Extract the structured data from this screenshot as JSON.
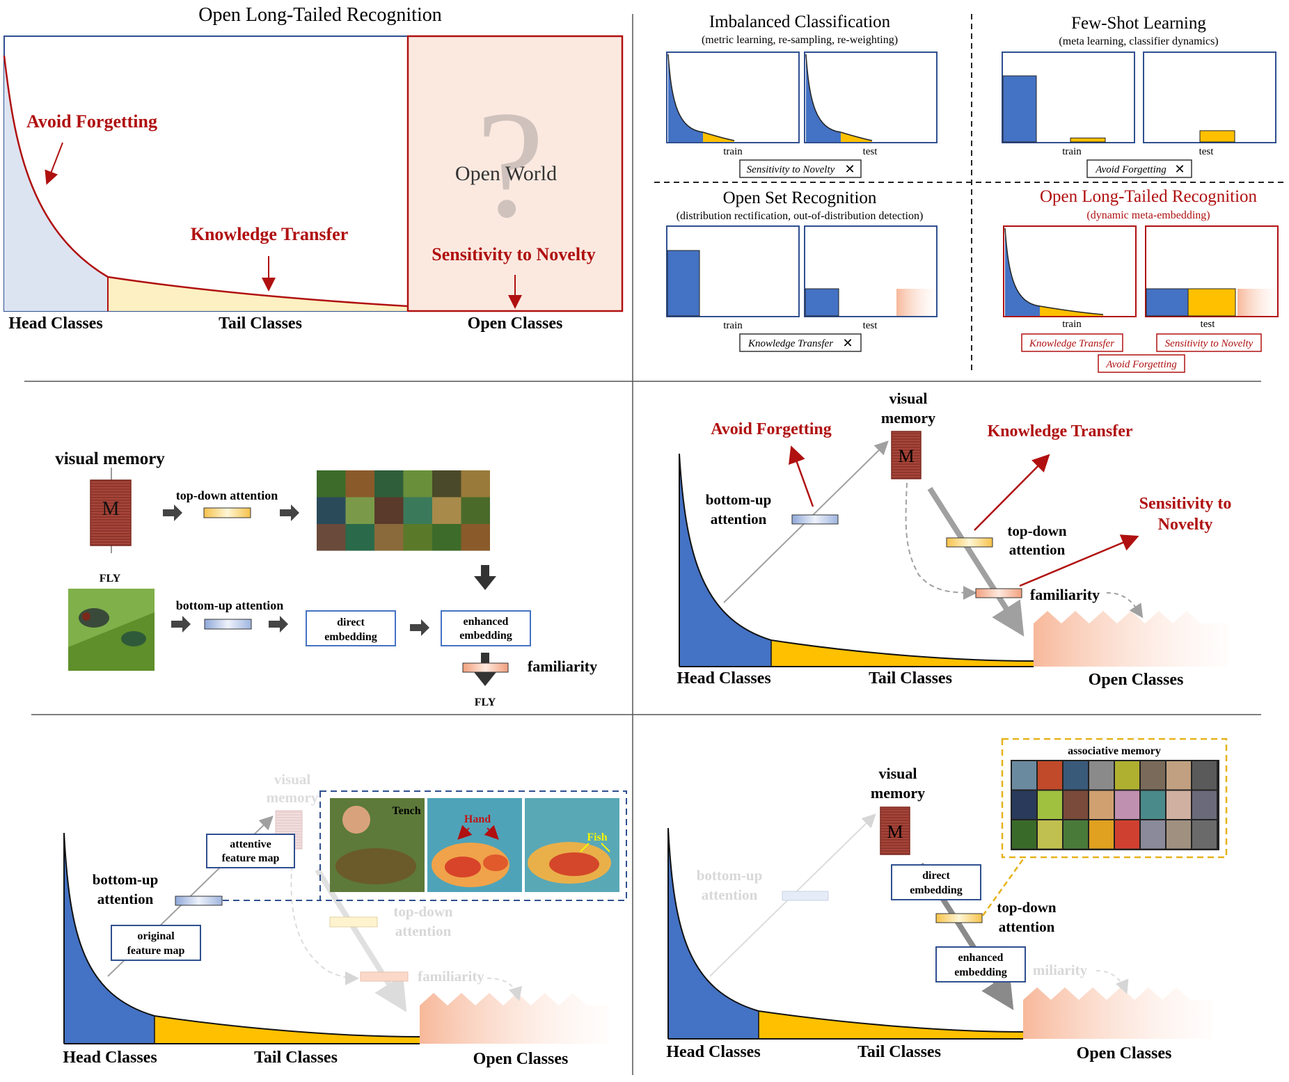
{
  "colors": {
    "blue": "#4472c4",
    "navy": "#2f4f8f",
    "yellow": "#ffc000",
    "red": "#b01010",
    "grey": "#a0a0a0",
    "fill_light_blue": "#dce4f2",
    "fill_light_yellow": "#fdf0c2",
    "fill_light_peach": "#fbe9e0"
  },
  "panel1": {
    "title": "Open Long-Tailed Recognition",
    "open_world": "Open World",
    "question_mark": "?",
    "avoid_forgetting": "Avoid Forgetting",
    "knowledge_transfer": "Knowledge Transfer",
    "sensitivity": "Sensitivity to Novelty",
    "head": "Head Classes",
    "tail": "Tail Classes",
    "open": "Open Classes"
  },
  "panel2": {
    "imbalanced": {
      "title": "Imbalanced Classification",
      "sub": "(metric learning, re-sampling, re-weighting)",
      "train": "train",
      "test": "test",
      "tag": "Sensitivity to Novelty"
    },
    "fewshot": {
      "title": "Few-Shot Learning",
      "sub": "(meta learning, classifier dynamics)",
      "train": "train",
      "test": "test",
      "tag": "Avoid Forgetting",
      "train_bars": [
        1.0,
        0.06
      ],
      "test_bars": [
        0.17
      ]
    },
    "openset": {
      "title": "Open Set Recognition",
      "sub": "(distribution rectification, out-of-distribution detection)",
      "train": "train",
      "test": "test",
      "tag": "Knowledge Transfer"
    },
    "oltr": {
      "title": "Open Long-Tailed Recognition",
      "sub": "(dynamic meta-embedding)",
      "train": "train",
      "test": "test",
      "tag1": "Knowledge Transfer",
      "tag2": "Sensitivity to Novelty",
      "tag3": "Avoid Forgetting"
    },
    "cross": "✕"
  },
  "panel3": {
    "visual_memory": "visual memory",
    "m": "M",
    "top_down": "top-down attention",
    "fly_label": "FLY",
    "bottom_up": "bottom-up attention",
    "direct_1": "direct",
    "direct_2": "embedding",
    "enhanced_1": "enhanced",
    "enhanced_2": "embedding",
    "familiarity": "familiarity",
    "fly_out": "FLY"
  },
  "panel4": {
    "visual": "visual",
    "memory": "memory",
    "m": "M",
    "avoid_forgetting": "Avoid Forgetting",
    "knowledge_transfer": "Knowledge Transfer",
    "sens_1": "Sensitivity to",
    "sens_2": "Novelty",
    "bottom_up_1": "bottom-up",
    "bottom_up_2": "attention",
    "top_down_1": "top-down",
    "top_down_2": "attention",
    "familiarity": "familiarity",
    "head": "Head Classes",
    "tail": "Tail Classes",
    "open": "Open Classes"
  },
  "panel5": {
    "visual": "visual",
    "memory": "memory",
    "attentive_1": "attentive",
    "attentive_2": "feature map",
    "bottom_up_1": "bottom-up",
    "bottom_up_2": "attention",
    "original_1": "original",
    "original_2": "feature map",
    "top_down_1": "top-down",
    "top_down_2": "attention",
    "familiarity": "familiarity",
    "tench": "Tench",
    "hand": "Hand",
    "fish": "Fish",
    "head": "Head Classes",
    "tail": "Tail Classes",
    "open": "Open Classes"
  },
  "panel6": {
    "visual": "visual",
    "memory": "memory",
    "m": "M",
    "associative": "associative memory",
    "direct_1": "direct",
    "direct_2": "embedding",
    "bottom_up_1": "bottom-up",
    "bottom_up_2": "attention",
    "top_down_1": "top-down",
    "top_down_2": "attention",
    "enhanced_1": "enhanced",
    "enhanced_2": "embedding",
    "familiarity": "miliarity",
    "head": "Head Classes",
    "tail": "Tail Classes",
    "open": "Open Classes"
  }
}
